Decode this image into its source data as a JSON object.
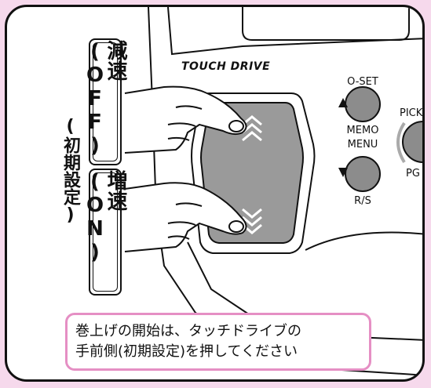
{
  "labels": {
    "decel": "減速(OFF)",
    "accel": "増速(ON)",
    "initial": "(初期設定)"
  },
  "brand": "TOUCH DRIVE",
  "buttons": {
    "oset": "O-SET",
    "memo": "MEMO",
    "menu": "MENU",
    "rs": "R/S",
    "pick": "PICK",
    "pg": "PG"
  },
  "note": {
    "line1": "巻上げの開始は、タッチドライブの",
    "line2": "手前側(初期設定)を押してください"
  },
  "colors": {
    "note_border": "#e58fc4",
    "background": "#f6d9ec",
    "pad_gray": "#9a9a9a",
    "button_gray": "#8c8c8c"
  }
}
